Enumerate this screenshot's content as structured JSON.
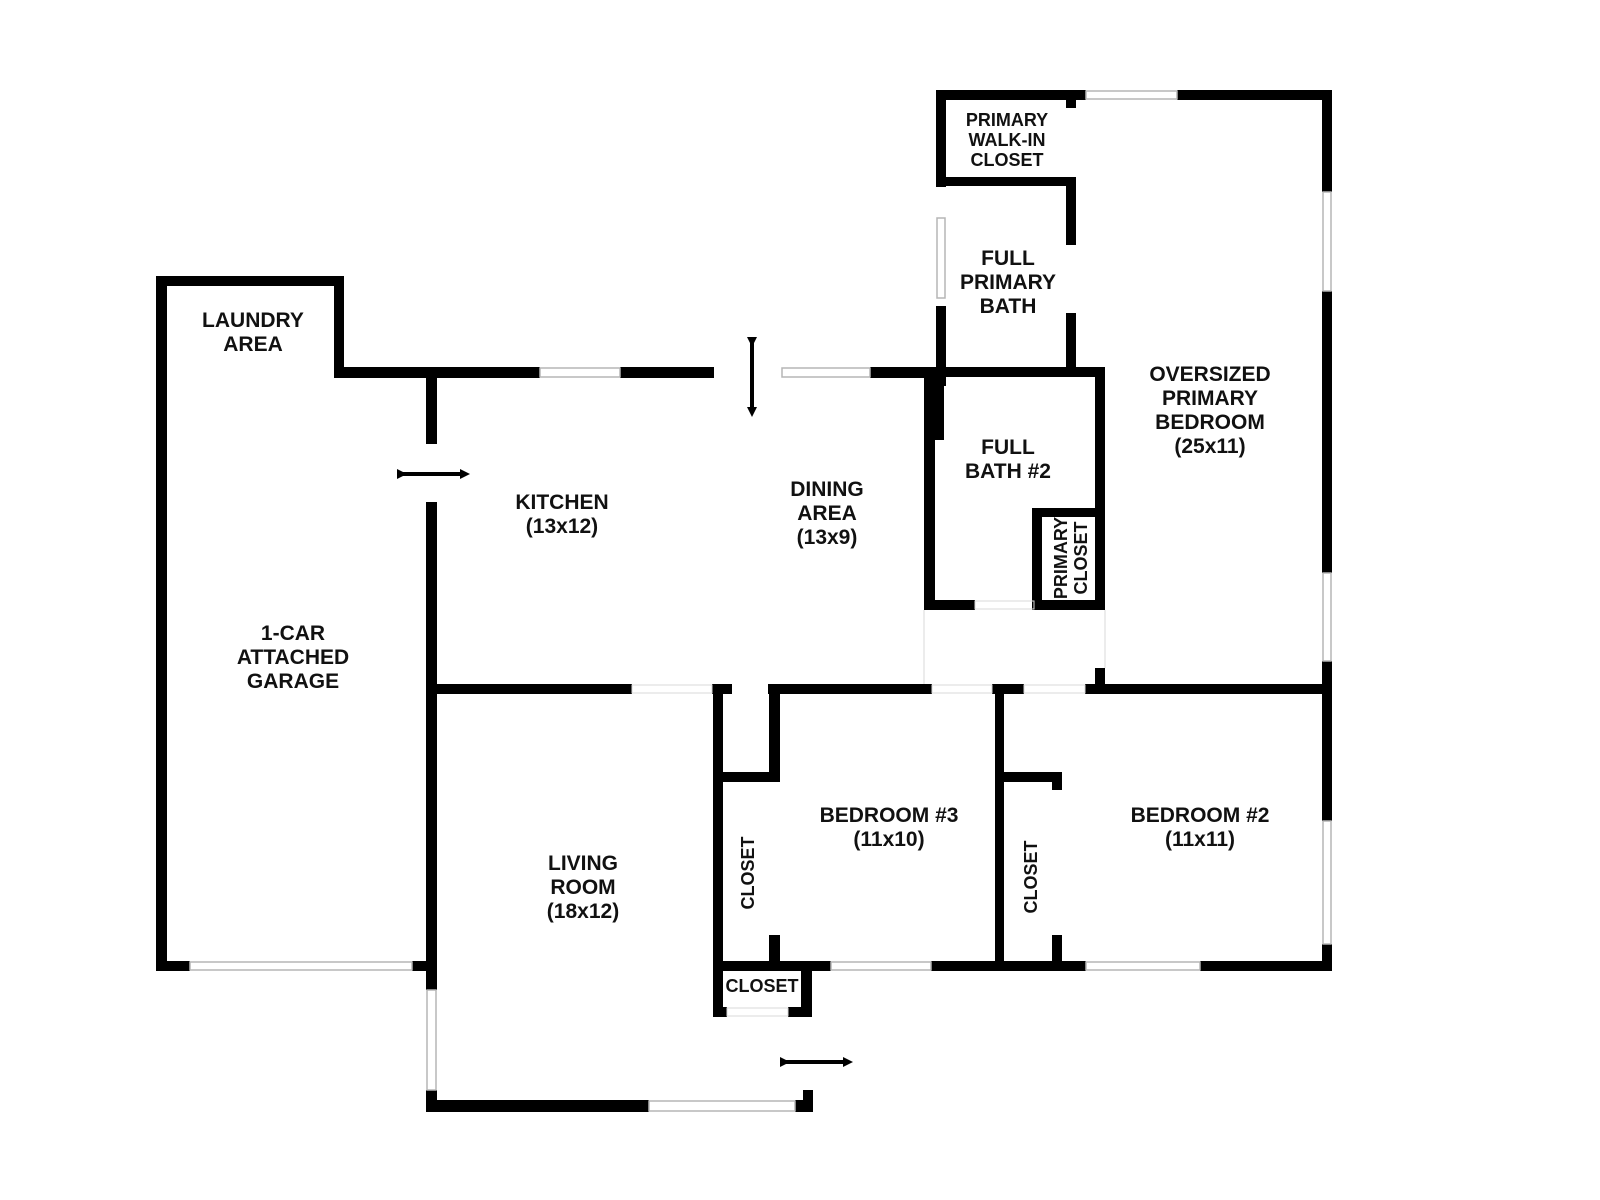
{
  "floor_plan": {
    "rooms": [
      {
        "id": "laundry",
        "lines": [
          "LAUNDRY",
          "AREA"
        ]
      },
      {
        "id": "garage",
        "lines": [
          "1-CAR",
          "ATTACHED",
          "GARAGE"
        ]
      },
      {
        "id": "kitchen",
        "lines": [
          "KITCHEN",
          "(13x12)"
        ]
      },
      {
        "id": "dining",
        "lines": [
          "DINING",
          "AREA",
          "(13x9)"
        ]
      },
      {
        "id": "walkin",
        "lines": [
          "PRIMARY",
          "WALK-IN",
          "CLOSET"
        ]
      },
      {
        "id": "primary-bath",
        "lines": [
          "FULL",
          "PRIMARY",
          "BATH"
        ]
      },
      {
        "id": "bath2",
        "lines": [
          "FULL",
          "BATH #2"
        ]
      },
      {
        "id": "primary-closet",
        "lines": [
          "PRIMARY",
          "CLOSET"
        ]
      },
      {
        "id": "primary-bedroom",
        "lines": [
          "OVERSIZED",
          "PRIMARY",
          "BEDROOM",
          "(25x11)"
        ]
      },
      {
        "id": "living",
        "lines": [
          "LIVING",
          "ROOM",
          "(18x12)"
        ]
      },
      {
        "id": "closet-a",
        "lines": [
          "CLOSET"
        ]
      },
      {
        "id": "bedroom3",
        "lines": [
          "BEDROOM #3",
          "(11x10)"
        ]
      },
      {
        "id": "closet-b",
        "lines": [
          "CLOSET"
        ]
      },
      {
        "id": "bedroom2",
        "lines": [
          "BEDROOM #2",
          "(11x11)"
        ]
      },
      {
        "id": "closet-c",
        "lines": [
          "CLOSET"
        ]
      }
    ],
    "entries": [
      "garage-entry-arrow-icon",
      "rear-entry-arrow-icon",
      "front-entry-arrow-icon"
    ],
    "colors": {
      "wall": "#000000",
      "window": "#dddddd",
      "background": "#ffffff"
    }
  }
}
